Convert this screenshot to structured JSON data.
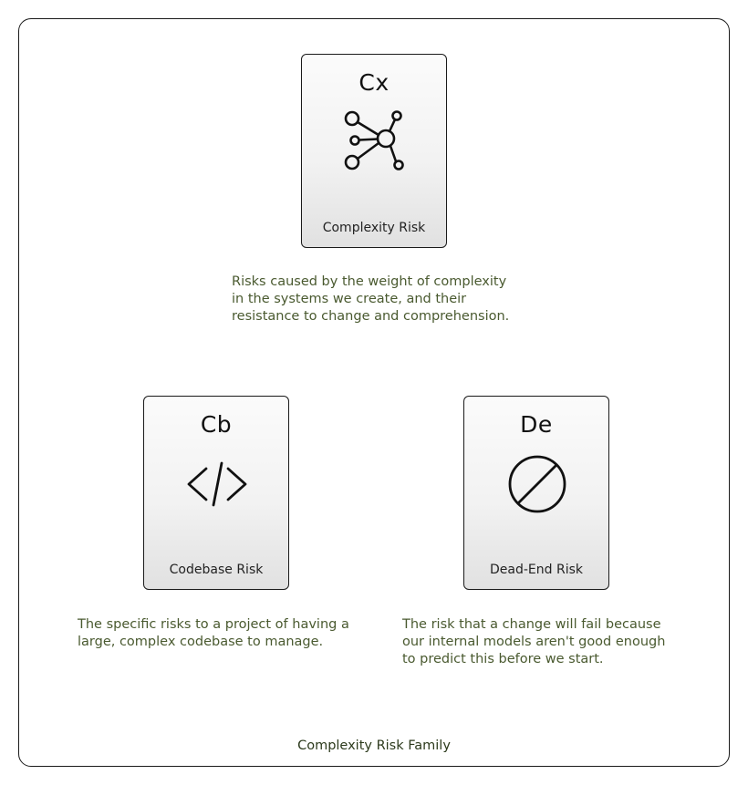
{
  "cards": [
    {
      "abbr": "Cx",
      "name": "Complexity Risk",
      "icon": "network-icon",
      "description": "Risks caused by the weight of complexity\nin the systems we create, and their\nresistance to change and comprehension."
    },
    {
      "abbr": "Cb",
      "name": "Codebase Risk",
      "icon": "code-brackets-icon",
      "description": "The specific risks to a project of having a\nlarge, complex codebase to manage."
    },
    {
      "abbr": "De",
      "name": "Dead-End Risk",
      "icon": "no-entry-icon",
      "description": "The risk that a change will fail because\nour internal models aren't good enough\nto predict this before we start."
    }
  ],
  "caption": "Complexity Risk Family",
  "colors": {
    "border": "#1a1a1a",
    "description_text": "#4a5a30",
    "caption_text": "#2c3a1c"
  }
}
